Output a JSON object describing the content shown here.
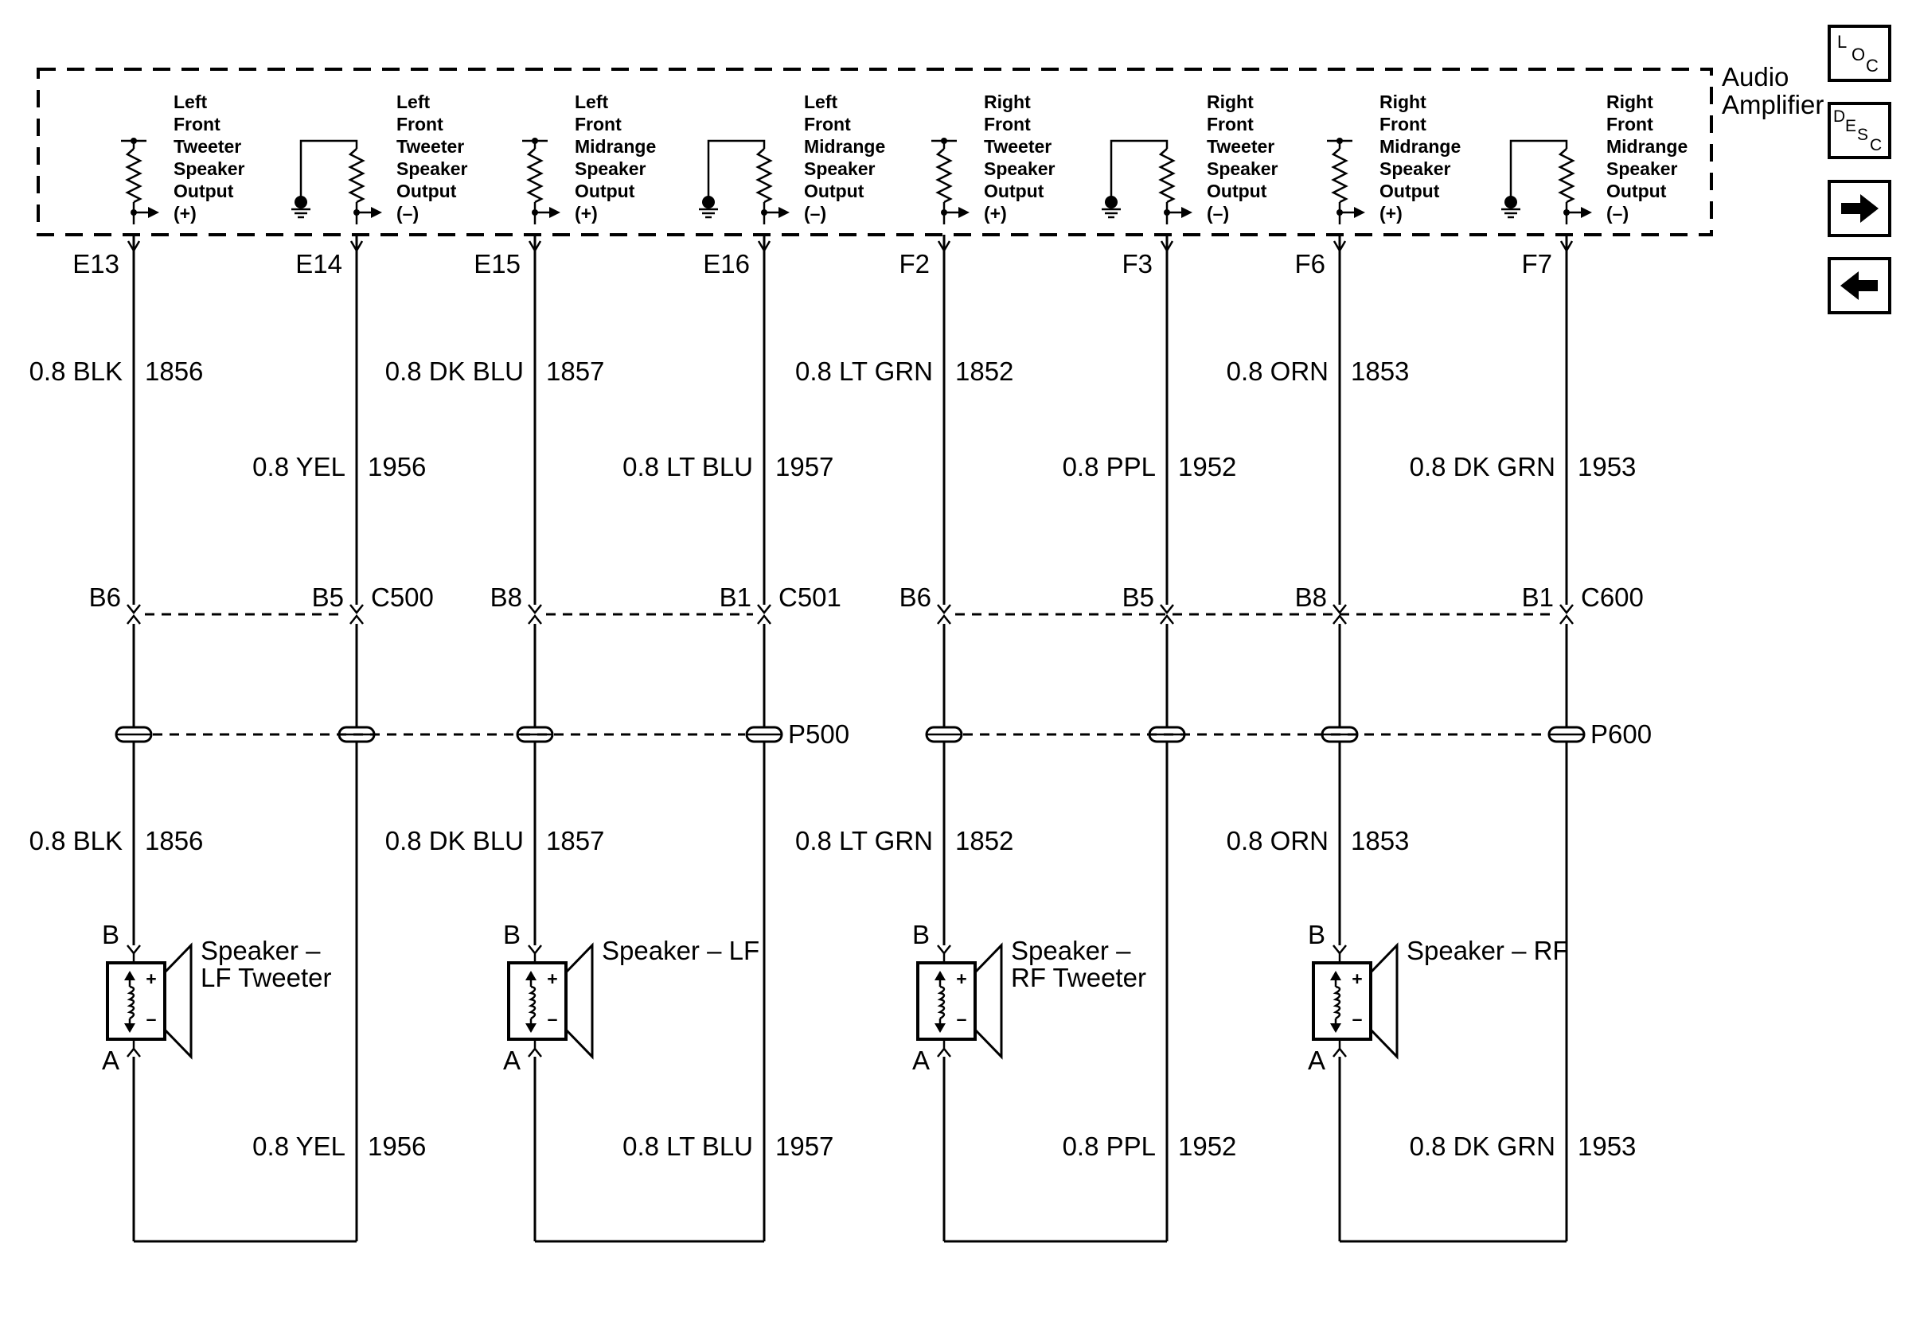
{
  "amplifier": {
    "label_line1": "Audio",
    "label_line2": "Amplifier"
  },
  "nav": {
    "loc": [
      "L",
      "O",
      "C"
    ],
    "desc": [
      "D",
      "E",
      "S",
      "C"
    ],
    "forward_icon": "arrow-right-icon",
    "back_icon": "arrow-left-icon"
  },
  "outputs": [
    {
      "lines": [
        "Left",
        "Front",
        "Tweeter",
        "Speaker",
        "Output",
        "(+)"
      ],
      "terminal": "E13"
    },
    {
      "lines": [
        "Left",
        "Front",
        "Tweeter",
        "Speaker",
        "Output",
        "(–)"
      ],
      "terminal": "E14"
    },
    {
      "lines": [
        "Left",
        "Front",
        "Midrange",
        "Speaker",
        "Output",
        "(+)"
      ],
      "terminal": "E15"
    },
    {
      "lines": [
        "Left",
        "Front",
        "Midrange",
        "Speaker",
        "Output",
        "(–)"
      ],
      "terminal": "E16"
    },
    {
      "lines": [
        "Right",
        "Front",
        "Tweeter",
        "Speaker",
        "Output",
        "(+)"
      ],
      "terminal": "F2"
    },
    {
      "lines": [
        "Right",
        "Front",
        "Tweeter",
        "Speaker",
        "Output",
        "(–)"
      ],
      "terminal": "F3"
    },
    {
      "lines": [
        "Right",
        "Front",
        "Midrange",
        "Speaker",
        "Output",
        "(+)"
      ],
      "terminal": "F6"
    },
    {
      "lines": [
        "Right",
        "Front",
        "Midrange",
        "Speaker",
        "Output",
        "(–)"
      ],
      "terminal": "F7"
    }
  ],
  "upper_wires": [
    {
      "color": "0.8 BLK",
      "circuit": "1856"
    },
    {
      "color": "0.8 YEL",
      "circuit": "1956"
    },
    {
      "color": "0.8 DK BLU",
      "circuit": "1857"
    },
    {
      "color": "0.8 LT BLU",
      "circuit": "1957"
    },
    {
      "color": "0.8 LT GRN",
      "circuit": "1852"
    },
    {
      "color": "0.8 PPL",
      "circuit": "1952"
    },
    {
      "color": "0.8 ORN",
      "circuit": "1853"
    },
    {
      "color": "0.8 DK GRN",
      "circuit": "1953"
    }
  ],
  "connector_pins": [
    "B6",
    "B5",
    "B8",
    "B1",
    "B6",
    "B5",
    "B8",
    "B1"
  ],
  "connectors": [
    "C500",
    "C501",
    "C600"
  ],
  "splices": [
    "P500",
    "P600"
  ],
  "lower_wires": [
    {
      "color": "0.8 BLK",
      "circuit": "1856"
    },
    {
      "color": "0.8 DK BLU",
      "circuit": "1857"
    },
    {
      "color": "0.8 LT GRN",
      "circuit": "1852"
    },
    {
      "color": "0.8 ORN",
      "circuit": "1853"
    }
  ],
  "speakers": [
    {
      "name_lines": [
        "Speaker –",
        "LF Tweeter"
      ],
      "pin_top": "B",
      "pin_bottom": "A"
    },
    {
      "name_lines": [
        "Speaker – LF"
      ],
      "pin_top": "B",
      "pin_bottom": "A"
    },
    {
      "name_lines": [
        "Speaker –",
        "RF Tweeter"
      ],
      "pin_top": "B",
      "pin_bottom": "A"
    },
    {
      "name_lines": [
        "Speaker – RF"
      ],
      "pin_top": "B",
      "pin_bottom": "A"
    }
  ],
  "return_wires": [
    {
      "color": "0.8 YEL",
      "circuit": "1956"
    },
    {
      "color": "0.8 LT BLU",
      "circuit": "1957"
    },
    {
      "color": "0.8 PPL",
      "circuit": "1952"
    },
    {
      "color": "0.8 DK GRN",
      "circuit": "1953"
    }
  ]
}
